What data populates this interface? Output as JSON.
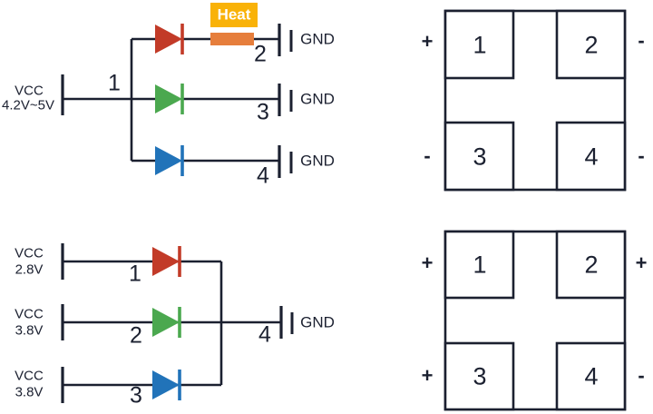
{
  "colors": {
    "bg": "#ffffff",
    "wire": "#1b2030",
    "text": "#1b2030",
    "led-red": "#c23b28",
    "led-green": "#4ba84f",
    "led-blue": "#2173b9",
    "resistor": "#e67e3c",
    "heat-bg": "#f9b208",
    "heat-text": "#ffffff"
  },
  "top_circuit": {
    "vcc": {
      "label": "VCC",
      "value": "4.2V~5V"
    },
    "common_node": "1",
    "heat_label": "Heat",
    "branches": [
      {
        "led": "red",
        "pin": "2",
        "gnd": "GND"
      },
      {
        "led": "green",
        "pin": "3",
        "gnd": "GND"
      },
      {
        "led": "blue",
        "pin": "4",
        "gnd": "GND"
      }
    ]
  },
  "bottom_circuit": {
    "rows": [
      {
        "vcc_label": "VCC",
        "vcc_value": "2.8V",
        "pin": "1",
        "led": "red"
      },
      {
        "vcc_label": "VCC",
        "vcc_value": "3.8V",
        "pin": "2",
        "led": "green"
      },
      {
        "vcc_label": "VCC",
        "vcc_value": "3.8V",
        "pin": "3",
        "led": "blue"
      }
    ],
    "common_pin": "4",
    "gnd": "GND"
  },
  "top_package": {
    "pins": [
      {
        "num": "1",
        "sign": "+"
      },
      {
        "num": "2",
        "sign": "-"
      },
      {
        "num": "3",
        "sign": "-"
      },
      {
        "num": "4",
        "sign": "-"
      }
    ]
  },
  "bottom_package": {
    "pins": [
      {
        "num": "1",
        "sign": "+"
      },
      {
        "num": "2",
        "sign": "+"
      },
      {
        "num": "3",
        "sign": "+"
      },
      {
        "num": "4",
        "sign": "-"
      }
    ]
  }
}
